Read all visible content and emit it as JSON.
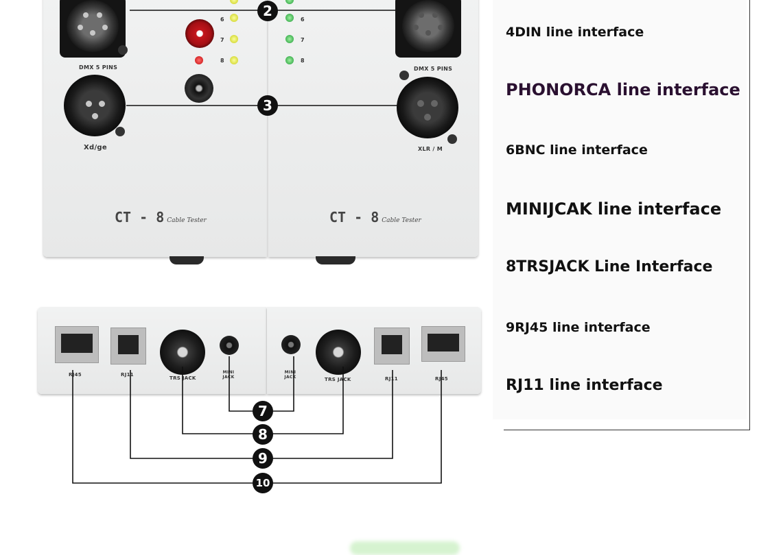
{
  "device": {
    "top_left_label_1": "DMX 5 PINS",
    "top_left_label_2": "Xd/ge",
    "top_right_label_1": "DMX 5 PINS",
    "top_right_label_2": "XLR / M",
    "brand_left": "CT - 8",
    "brand_left_sub": "Cable Tester",
    "brand_right": "CT - 8",
    "brand_right_sub": "Cable Tester",
    "led_numbers_left": [
      "6",
      "7",
      "8"
    ],
    "led_numbers_right": [
      "6",
      "7",
      "8"
    ]
  },
  "ports": {
    "left": [
      "RJ45",
      "RJ11",
      "TRS JACK",
      "MINI JACK"
    ],
    "right": [
      "MINI JACK",
      "TRS JACK",
      "RJ11",
      "RJ45"
    ]
  },
  "badges": [
    "2",
    "3",
    "7",
    "8",
    "9",
    "10"
  ],
  "interfaces": [
    "4DIN line interface",
    "PHONORCA line interface",
    "6BNC line interface",
    "MINIJCAK line interface",
    "8TRSJACK Line Interface",
    "9RJ45 line interface",
    "RJ11 line interface"
  ],
  "colors": {
    "panel": "#eeefef",
    "line": "#111111",
    "led_yellow": "#dfe32a",
    "led_green": "#2aa845",
    "led_red": "#d91515"
  }
}
